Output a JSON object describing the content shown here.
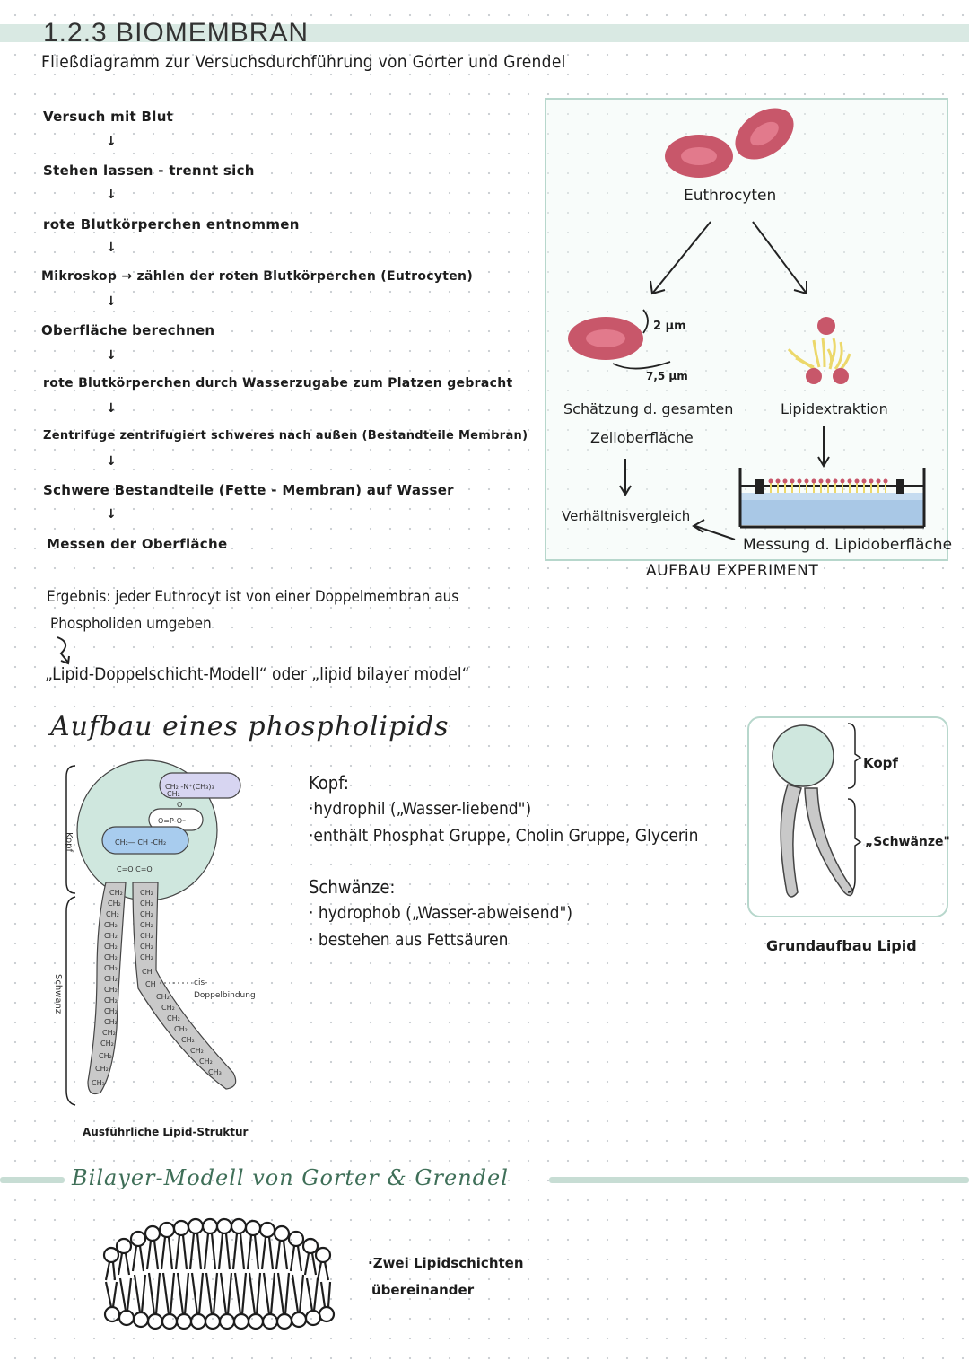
{
  "header": {
    "title": "1.2.3 BIOMEMBRAN",
    "subtitle": "Fließdiagramm zur Versuchsdurchführung von Gorter und Grendel"
  },
  "flow": {
    "steps": [
      "Versuch mit Blut",
      "Stehen lassen - trennt sich",
      "rote Blutkörperchen entnommen",
      "Mikroskop → zählen der roten Blutkörperchen (Eutrocyten)",
      "Oberfläche berechnen",
      "rote Blutkörperchen durch Wasserzugabe zum Platzen gebracht",
      "Zentrifuge zentrifugiert schweres nach außen (Bestandteile Membran)",
      "Schwere Bestandteile (Fette - Membran) auf Wasser",
      "Messen der Oberfläche"
    ],
    "arrow": "↓"
  },
  "experiment": {
    "label_euthrocyten": "Euthrocyten",
    "dim_height": "2 µm",
    "dim_width": "7,5 µm",
    "estimate_label_1": "Schätzung d. gesamten",
    "estimate_label_2": "Zelloberfläche",
    "lipid_extraction": "Lipidextraktion",
    "ratio": "Verhältnisvergleich",
    "measure": "Messung d. Lipidoberfläche",
    "caption": "AUFBAU EXPERIMENT"
  },
  "result": {
    "line1": "Ergebnis: jeder Euthrocyt ist von einer Doppelmembran aus",
    "line2": "Phospholiden umgeben",
    "model": "„Lipid-Doppelschicht-Modell“ oder „lipid bilayer model“"
  },
  "phospholipid": {
    "heading": "Aufbau eines phospholipids",
    "label_kopf": "Kopf",
    "label_schwanz": "Schwanz",
    "cis_label_1": "cis-",
    "cis_label_2": "Doppelbindung",
    "caption": "Ausführliche Lipid-Struktur",
    "chem": {
      "choline": "CH₂ -N⁺(CH₃)₃",
      "choline_ch2": "CH₂",
      "phosphate": "O=P-O⁻",
      "o": "O",
      "glycerol": "CH₂— CH -CH₂",
      "carbonyl": "C=O  C=O",
      "ch2": "CH₂",
      "ch3": "CH₃",
      "ch": "CH"
    }
  },
  "info": {
    "kopf_heading": "Kopf:",
    "kopf_lines": [
      "·hydrophil („Wasser-liebend\")",
      "·enthält Phosphat Gruppe, Cholin Gruppe, Glycerin"
    ],
    "schwanz_heading": "Schwänze:",
    "schwanz_lines": [
      "· hydrophob („Wasser-abweisend\")",
      "· bestehen aus Fettsäuren"
    ]
  },
  "lipid_basic": {
    "kopf": "Kopf",
    "schwaenze": "„Schwänze\"",
    "caption": "Grundaufbau Lipid"
  },
  "bilayer": {
    "heading": "Bilayer-Modell von Gorter & Grendel",
    "note_1": "·Zwei Lipidschichten",
    "note_2": "übereinander"
  },
  "colors": {
    "accent_green": "#c7ddd4",
    "heading_green": "#3f6f58",
    "cell_red": "#c8576a",
    "head_mint": "#cfe7de",
    "tail_gray": "#c9c9c9",
    "lipid_yellow": "#ecd86a",
    "water_blue": "#a9c8e6"
  }
}
